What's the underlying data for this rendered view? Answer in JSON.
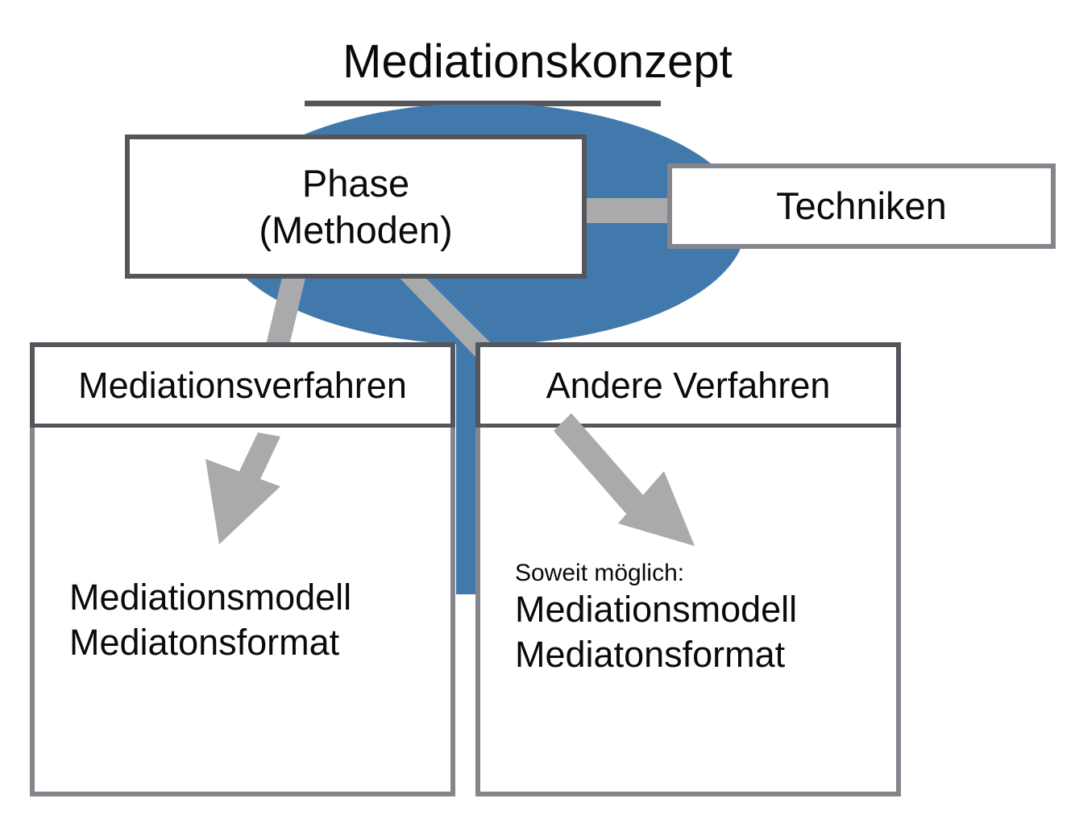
{
  "diagram": {
    "title": "Mediationskonzept",
    "colors": {
      "blue_blob": "#4179AC",
      "arrow_grey": "#a9aaab",
      "box_border_light": "#85868c",
      "box_border_dark": "#55565c",
      "text": "#0a0a0a",
      "background": "#ffffff"
    },
    "nodes": {
      "phase": {
        "label_line1": "Phase",
        "label_line2": "(Methoden)"
      },
      "techniken": {
        "label": "Techniken"
      },
      "mediationsverfahren": {
        "header": "Mediationsverfahren",
        "body_line1": "Mediationsmodell",
        "body_line2": "Mediatonsformat"
      },
      "andere_verfahren": {
        "header": "Andere Verfahren",
        "note": "Soweit möglich:",
        "body_line1": "Mediationsmodell",
        "body_line2": "Mediatonsformat"
      }
    },
    "connectors": [
      {
        "name": "techniken-to-phase",
        "from": "Techniken",
        "to": "Phase (Methoden)",
        "direction": "right-to-left"
      },
      {
        "name": "phase-to-mediationsverfahren",
        "from": "Phase (Methoden)",
        "to": "Mediationsverfahren",
        "direction": "down-left"
      },
      {
        "name": "phase-to-andere-verfahren",
        "from": "Phase (Methoden)",
        "to": "Andere Verfahren",
        "direction": "down-right"
      }
    ]
  }
}
